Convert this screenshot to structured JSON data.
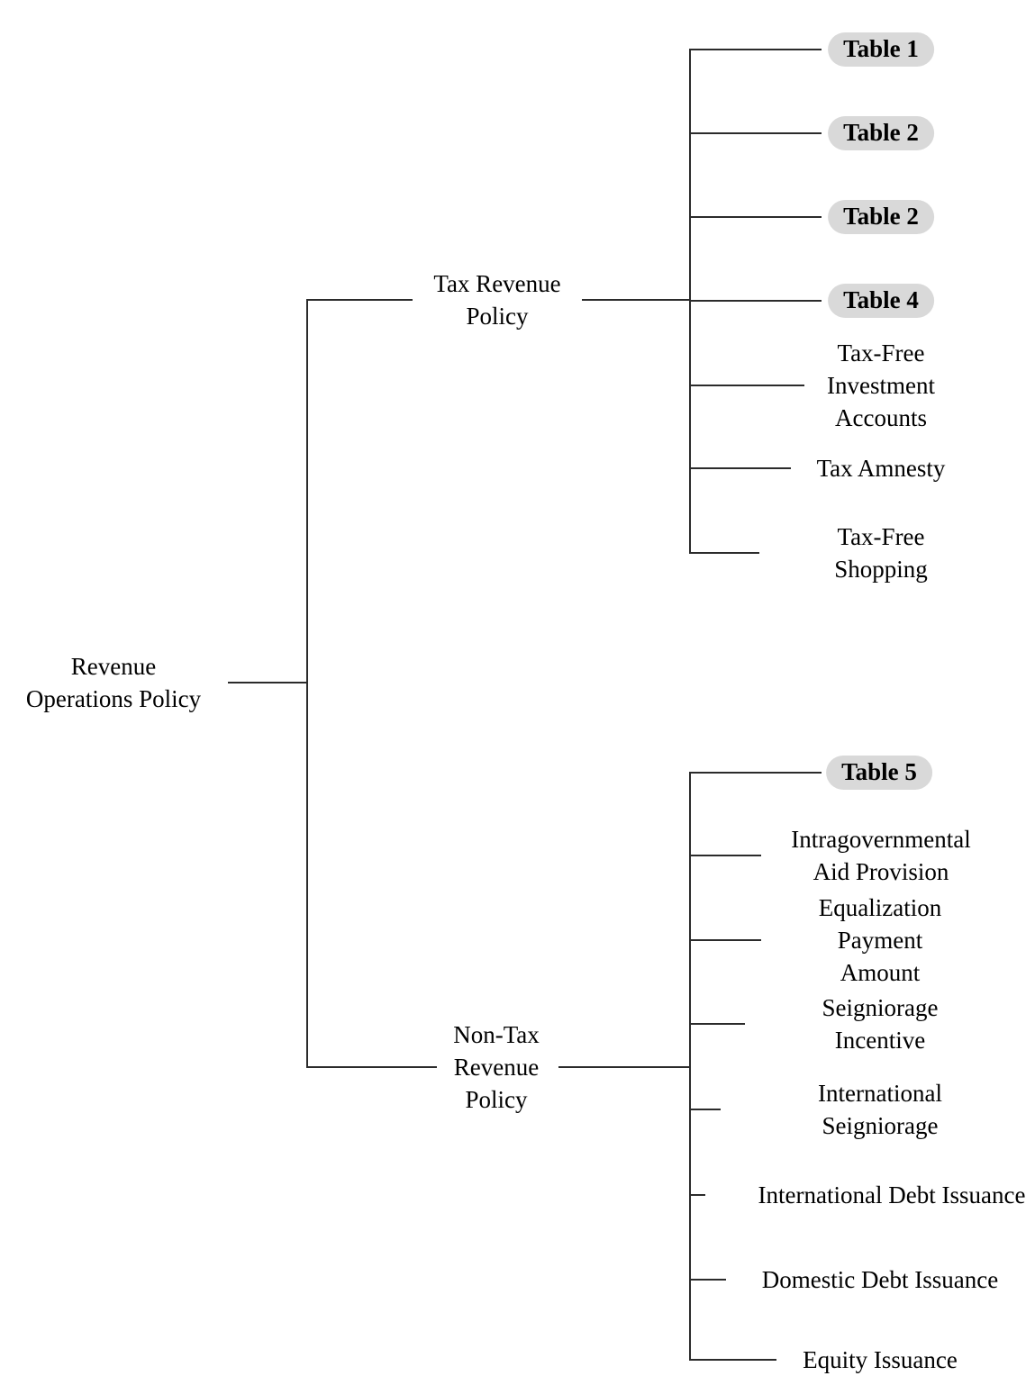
{
  "diagram": {
    "root": {
      "label": "Revenue\nOperations Policy"
    },
    "branches": [
      {
        "label": "Tax Revenue\nPolicy",
        "children": [
          {
            "label": "Table 1",
            "badge": true
          },
          {
            "label": "Table 2",
            "badge": true
          },
          {
            "label": "Table 2",
            "badge": true
          },
          {
            "label": "Table 4",
            "badge": true
          },
          {
            "label": "Tax-Free\nInvestment\nAccounts",
            "badge": false
          },
          {
            "label": "Tax Amnesty",
            "badge": false
          },
          {
            "label": "Tax-Free Shopping",
            "badge": false
          }
        ]
      },
      {
        "label": "Non-Tax\nRevenue\nPolicy",
        "children": [
          {
            "label": "Table 5",
            "badge": true
          },
          {
            "label": "Intragovernmental\nAid Provision",
            "badge": false
          },
          {
            "label": "Equalization\nPayment Amount",
            "badge": false
          },
          {
            "label": "Seigniorage Incentive",
            "badge": false
          },
          {
            "label": "International Seigniorage",
            "badge": false
          },
          {
            "label": "International Debt Issuance",
            "badge": false
          },
          {
            "label": "Domestic Debt Issuance",
            "badge": false
          },
          {
            "label": "Equity Issuance",
            "badge": false
          }
        ]
      }
    ],
    "colors": {
      "badge_bg": "#d9d9d9",
      "line": "#2b2b2b",
      "text": "#000000",
      "background": "#ffffff"
    }
  }
}
